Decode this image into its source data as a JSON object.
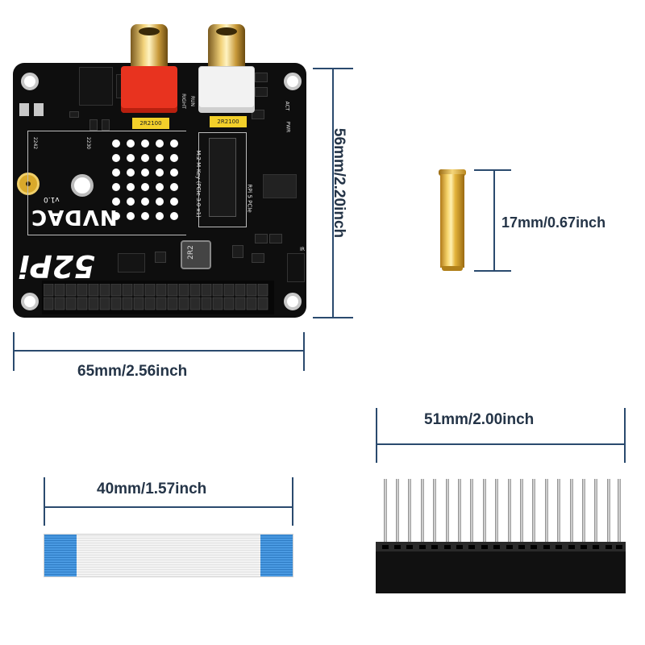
{
  "board": {
    "name": "NVDAC",
    "version": "v1.0",
    "brand": "52Pi",
    "silk": {
      "m2_label": "M.2 M-Key (PCIe 3.0 x1)",
      "pcie_label": "RPi 5 PCIe",
      "size_2242": "2242",
      "size_2230": "2230",
      "right": "RIGHT",
      "run": "RUN",
      "act": "ACT",
      "pwr": "PWR",
      "ir": "IR",
      "inductor": "2R2",
      "cap_left": "2R2100",
      "cap_right": "2R2100"
    }
  },
  "dimensions": {
    "board_height": "56mm/2.20inch",
    "board_width": "65mm/2.56inch",
    "standoff_length": "17mm/0.67inch",
    "header_width": "51mm/2.00inch",
    "ffc_length": "40mm/1.57inch"
  },
  "colors": {
    "dimension_line": "#2a4a6e",
    "dimension_text": "#243447",
    "pcb": "#0e0e0e",
    "rca_left": "#e8331f",
    "rca_right": "#f2f2f2",
    "standoff": "#e3b33a",
    "ffc_tab": "#3f8fd8"
  }
}
